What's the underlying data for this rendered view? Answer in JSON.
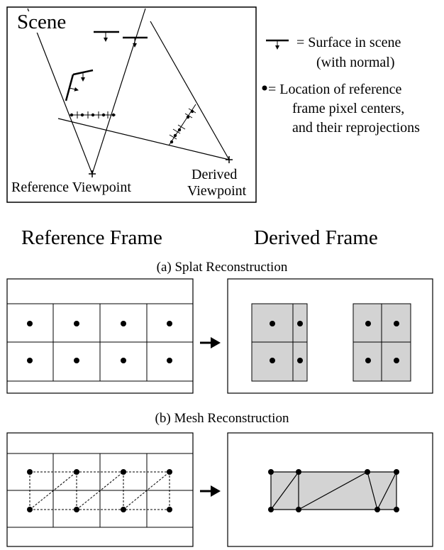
{
  "scene": {
    "title": "Scene",
    "reference_viewpoint": "Reference Viewpoint",
    "derived_viewpoint_line1": "Derived",
    "derived_viewpoint_line2": "Viewpoint"
  },
  "legend": {
    "surface_line1": "= Surface in scene",
    "surface_line2": "(with normal)",
    "pixel_line1": "= Location of reference",
    "pixel_line2": "frame pixel centers,",
    "pixel_line3": "and their reprojections"
  },
  "headings": {
    "reference_frame": "Reference Frame",
    "derived_frame": "Derived Frame"
  },
  "captions": {
    "splat": "(a) Splat Reconstruction",
    "mesh": "(b) Mesh Reconstruction"
  }
}
